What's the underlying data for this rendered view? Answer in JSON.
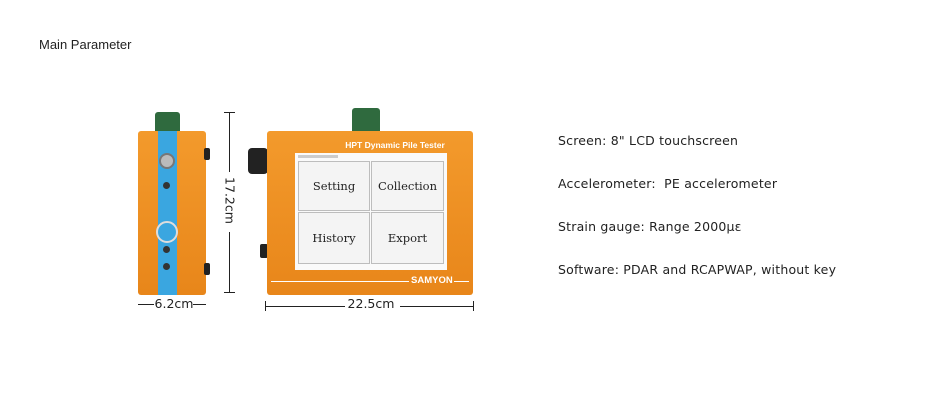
{
  "title": "Main Parameter",
  "device": {
    "front_label": "HPT Dynamic Pile Tester",
    "brand": "SAMYON",
    "screen_buttons": [
      "Setting",
      "Collection",
      "History",
      "Export"
    ]
  },
  "dimensions": {
    "height": "17.2cm",
    "depth": "6.2cm",
    "width": "22.5cm"
  },
  "specs": [
    "Screen: 8\" LCD touchscreen",
    "Accelerometer:  PE accelerometer",
    "Strain gauge: Range 2000με",
    "Software: PDAR and RCAPWAP, without key"
  ],
  "colors": {
    "body": "#f0922a",
    "stripe": "#3aa6e0",
    "cap": "#2f6a3e"
  }
}
